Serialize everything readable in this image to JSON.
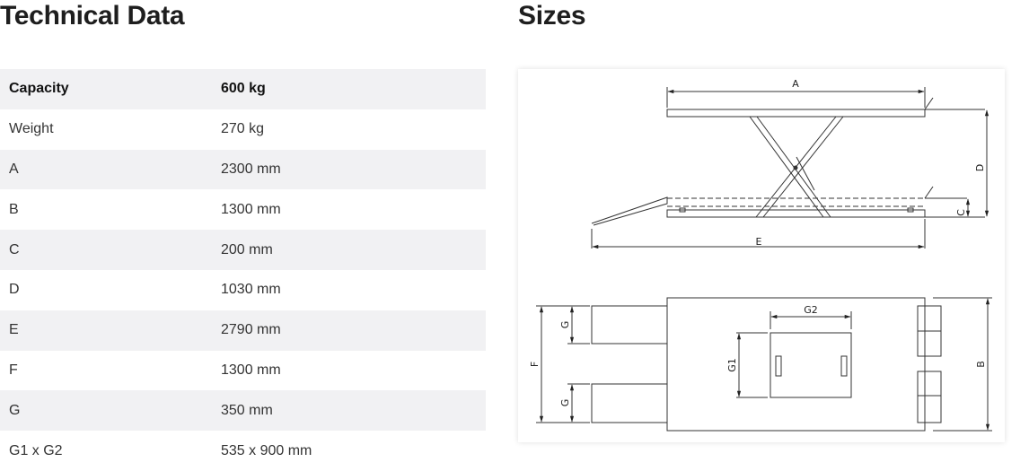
{
  "technical_data": {
    "title": "Technical Data",
    "rows": [
      {
        "label": "Capacity",
        "value": "600 kg"
      },
      {
        "label": "Weight",
        "value": "270 kg"
      },
      {
        "label": "A",
        "value": "2300 mm"
      },
      {
        "label": "B",
        "value": "1300 mm"
      },
      {
        "label": "C",
        "value": "200 mm"
      },
      {
        "label": "D",
        "value": "1030 mm"
      },
      {
        "label": "E",
        "value": "2790 mm"
      },
      {
        "label": "F",
        "value": "1300 mm"
      },
      {
        "label": "G",
        "value": "350 mm"
      },
      {
        "label": "G1 x G2",
        "value": "535 x 900 mm"
      }
    ]
  },
  "sizes": {
    "title": "Sizes",
    "labels": {
      "a": "A",
      "b": "B",
      "c": "C",
      "d": "D",
      "e": "E",
      "f": "F",
      "g": "G",
      "g1": "G1",
      "g2": "G2"
    }
  }
}
